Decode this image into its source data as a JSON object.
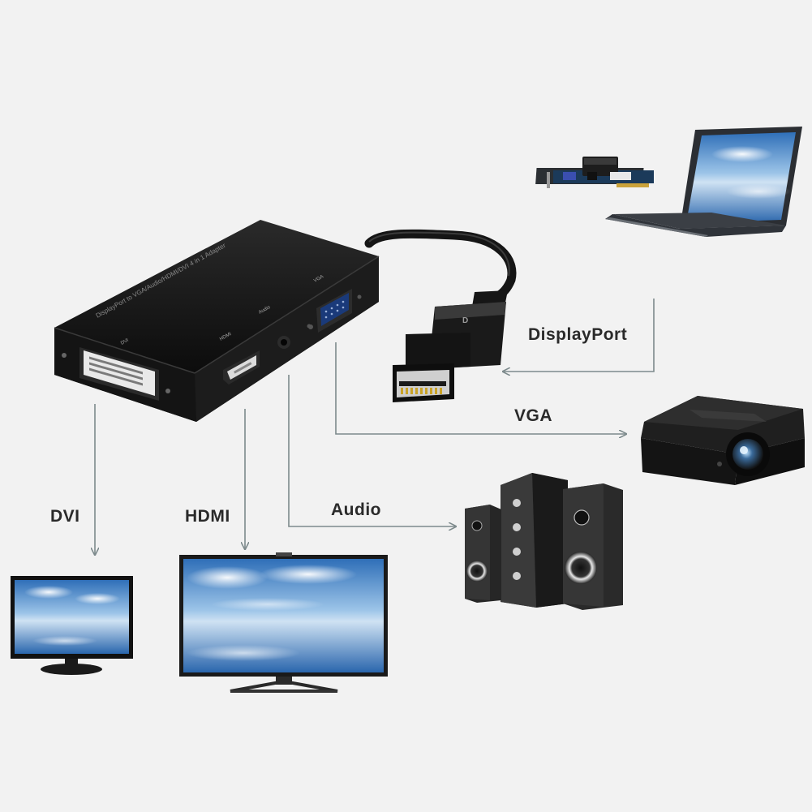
{
  "labels": {
    "displayport": "DisplayPort",
    "vga": "VGA",
    "audio": "Audio",
    "dvi": "DVI",
    "hdmi": "HDMI"
  },
  "adapter": {
    "top_text": "DisplayPort to VGA/Audio/HDMI/DVI 4 in 1 Adapter",
    "port_labels": [
      "DVI",
      "HDMI",
      "Audio",
      "VGA"
    ]
  },
  "colors": {
    "background": "#f2f2f2",
    "arrow": "#7d8a8c",
    "adapter_body": "#151515",
    "label_text": "#2a2a2a"
  },
  "icons": [
    "dvi-port-icon",
    "hdmi-port-icon",
    "audio-jack-icon",
    "vga-port-icon",
    "displayport-plug-icon",
    "graphics-card-icon",
    "laptop-icon",
    "projector-icon",
    "speakers-icon",
    "monitor-icon",
    "tv-icon"
  ]
}
